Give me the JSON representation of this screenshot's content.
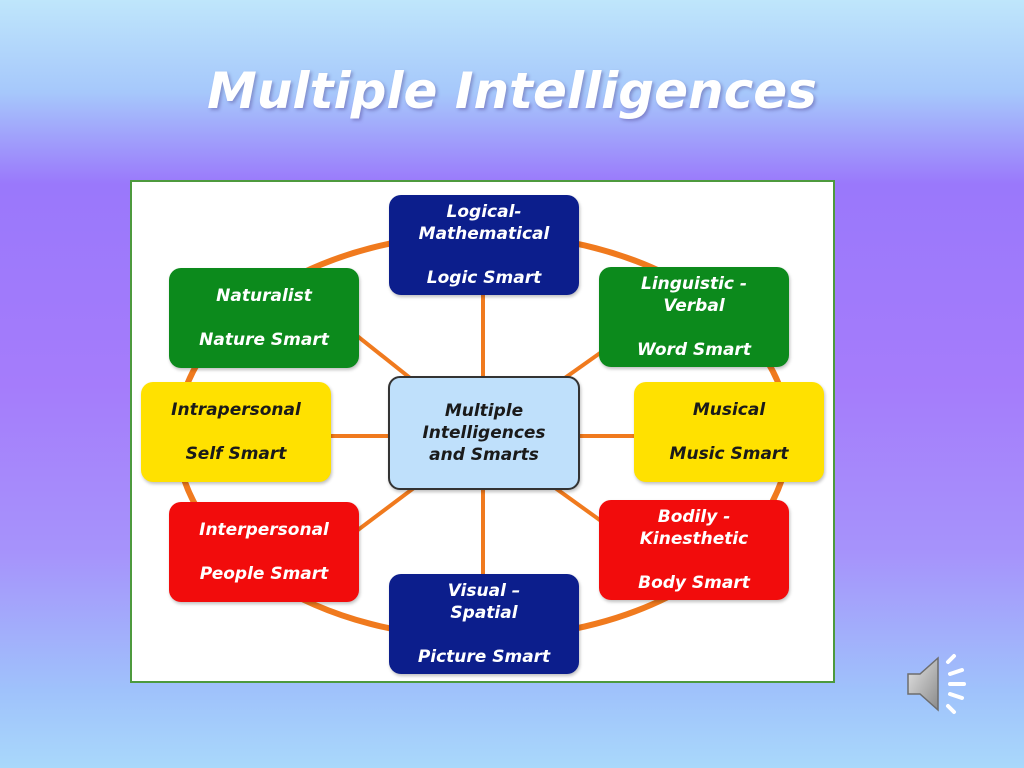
{
  "slide": {
    "title": "Multiple Intelligences"
  },
  "diagram": {
    "center": {
      "lines": [
        "Multiple",
        "Intelligences",
        "and Smarts"
      ]
    },
    "nodes": [
      {
        "id": "logical",
        "title_lines": [
          "Logical-",
          "Mathematical"
        ],
        "subtitle": "Logic Smart",
        "color": "#0c1e8c"
      },
      {
        "id": "linguistic",
        "title_lines": [
          "Linguistic -",
          "Verbal"
        ],
        "subtitle": "Word Smart",
        "color": "#0c8a1c"
      },
      {
        "id": "musical",
        "title_lines": [
          "Musical"
        ],
        "subtitle": "Music Smart",
        "color": "#ffe100"
      },
      {
        "id": "bodily",
        "title_lines": [
          "Bodily -",
          "Kinesthetic"
        ],
        "subtitle": "Body Smart",
        "color": "#f20c0c"
      },
      {
        "id": "visual",
        "title_lines": [
          "Visual –",
          "Spatial"
        ],
        "subtitle": "Picture Smart",
        "color": "#0c1e8c"
      },
      {
        "id": "interpersonal",
        "title_lines": [
          "Interpersonal"
        ],
        "subtitle": "People Smart",
        "color": "#f20c0c"
      },
      {
        "id": "intrapersonal",
        "title_lines": [
          "Intrapersonal"
        ],
        "subtitle": "Self Smart",
        "color": "#ffe100"
      },
      {
        "id": "naturalist",
        "title_lines": [
          "Naturalist"
        ],
        "subtitle": "Nature Smart",
        "color": "#0c8a1c"
      }
    ],
    "connector_color": "#f07a1e"
  },
  "icons": {
    "speaker": "speaker-icon"
  }
}
